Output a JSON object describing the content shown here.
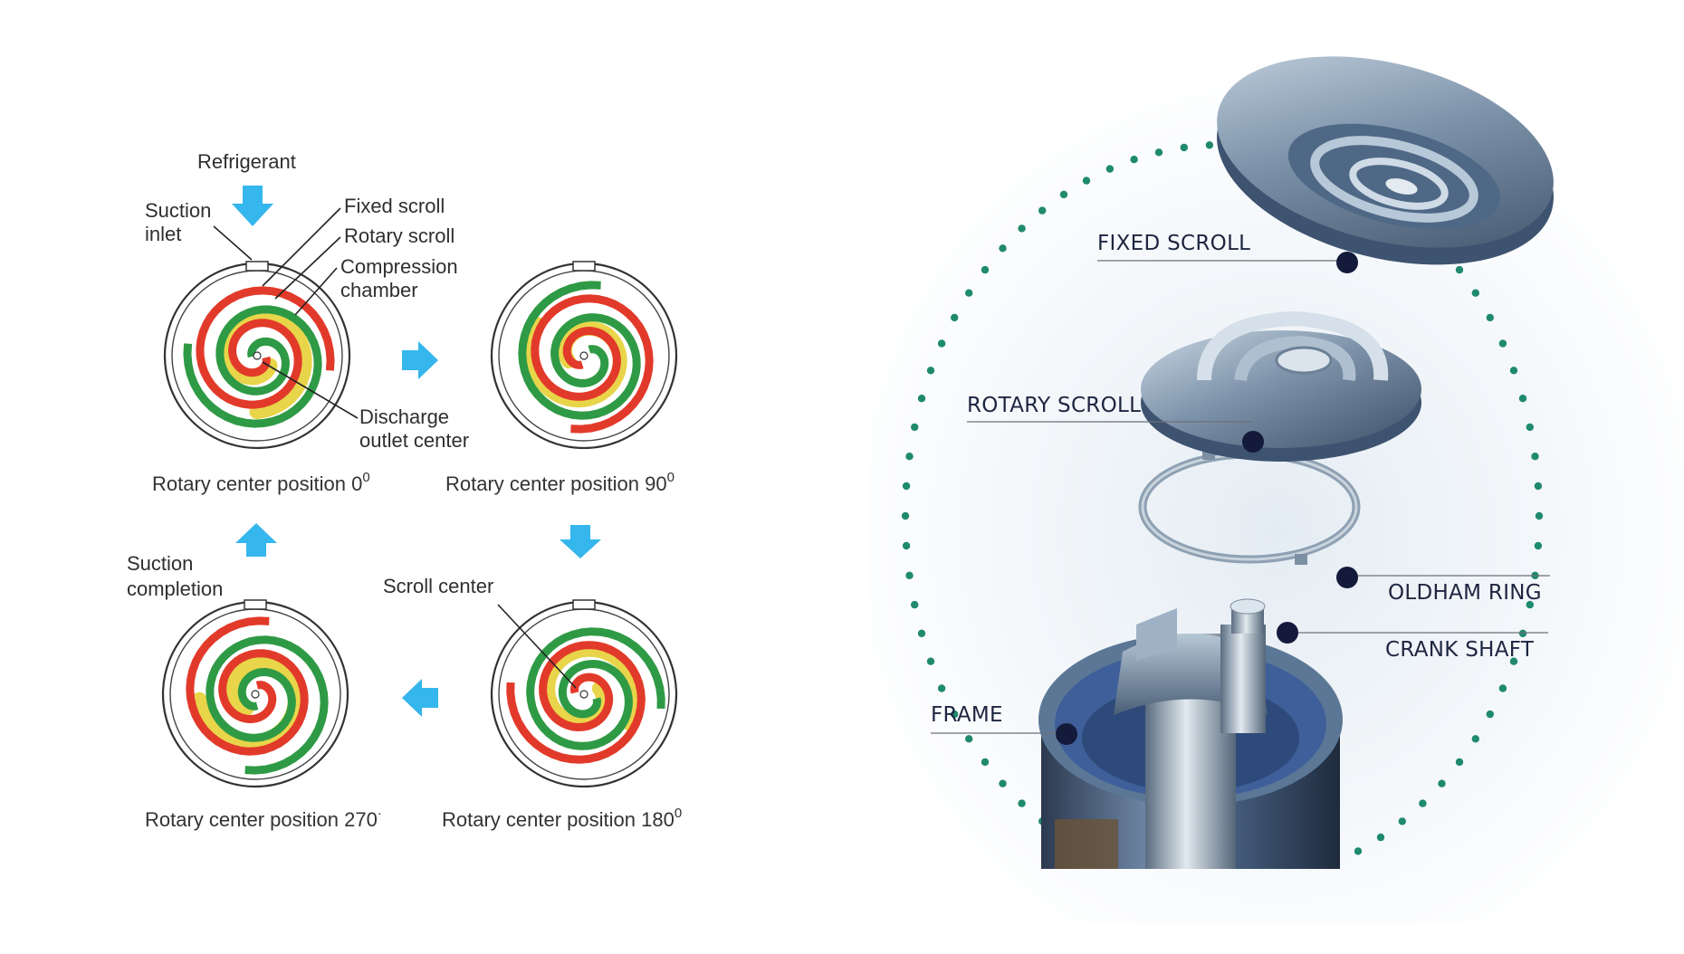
{
  "left_diagram": {
    "refrigerant_label": "Refrigerant",
    "suction_inlet_line1": "Suction",
    "suction_inlet_line2": "inlet",
    "fixed_scroll_label": "Fixed scroll",
    "rotary_scroll_label": "Rotary scroll",
    "compression_chamber_line1": "Compression",
    "compression_chamber_line2": "chamber",
    "discharge_line1": "Discharge",
    "discharge_line2": "outlet center",
    "suction_completion_line1": "Suction",
    "suction_completion_line2": "completion",
    "scroll_center_label": "Scroll center",
    "positions": [
      {
        "text": "Rotary center position 0",
        "sup": "0"
      },
      {
        "text": "Rotary center position 90",
        "sup": "0"
      },
      {
        "text": "Rotary center position 270",
        "sup": "·"
      },
      {
        "text": "Rotary center position 180",
        "sup": "0"
      }
    ]
  },
  "right_diagram": {
    "parts": [
      "FIXED SCROLL",
      "ROTARY SCROLL",
      "OLDHAM RING",
      "CRANK SHAFT",
      "FRAME"
    ]
  },
  "colors": {
    "arrow": "#35b6ec",
    "fixed_scroll": "#e23a2a",
    "rotary_scroll": "#2f9a45",
    "refrigerant_fill": "#e8d54a",
    "dot_ring": "#1f8a6d",
    "marker": "#141a3a"
  },
  "icons": [
    "down-arrow-icon",
    "right-arrow-icon",
    "left-arrow-icon",
    "up-arrow-icon"
  ]
}
